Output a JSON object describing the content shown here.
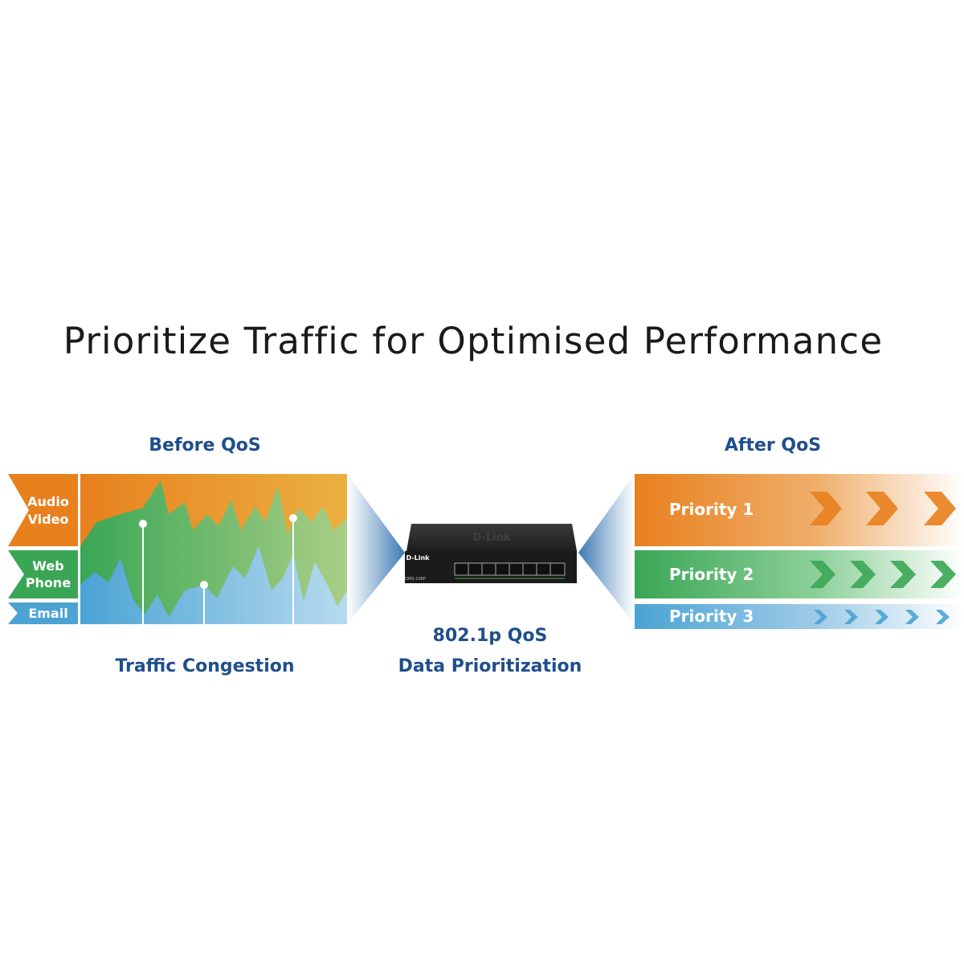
{
  "title": "Prioritize Traffic for Optimised Performance",
  "before": {
    "heading": "Before QoS",
    "caption": "Traffic Congestion",
    "lanes": [
      {
        "line1": "Audio",
        "line2": "Video",
        "color": "#e8801e"
      },
      {
        "line1": "Web",
        "line2": "Phone",
        "color": "#3aa655"
      },
      {
        "line1": "Email",
        "line2": "",
        "color": "#4ba3d4"
      }
    ]
  },
  "device": {
    "brand": "D-Link",
    "model": "DMS-108P",
    "caption_line1": "802.1p QoS",
    "caption_line2": "Data Prioritization"
  },
  "after": {
    "heading": "After QoS",
    "bands": [
      {
        "label": "Priority 1",
        "color": "#e8801e"
      },
      {
        "label": "Priority 2",
        "color": "#3aa655"
      },
      {
        "label": "Priority 3",
        "color": "#4ba3d4"
      }
    ]
  },
  "colors": {
    "heading": "#1f4e8c",
    "title": "#1a1a1a",
    "device": "#2b2b2b"
  }
}
